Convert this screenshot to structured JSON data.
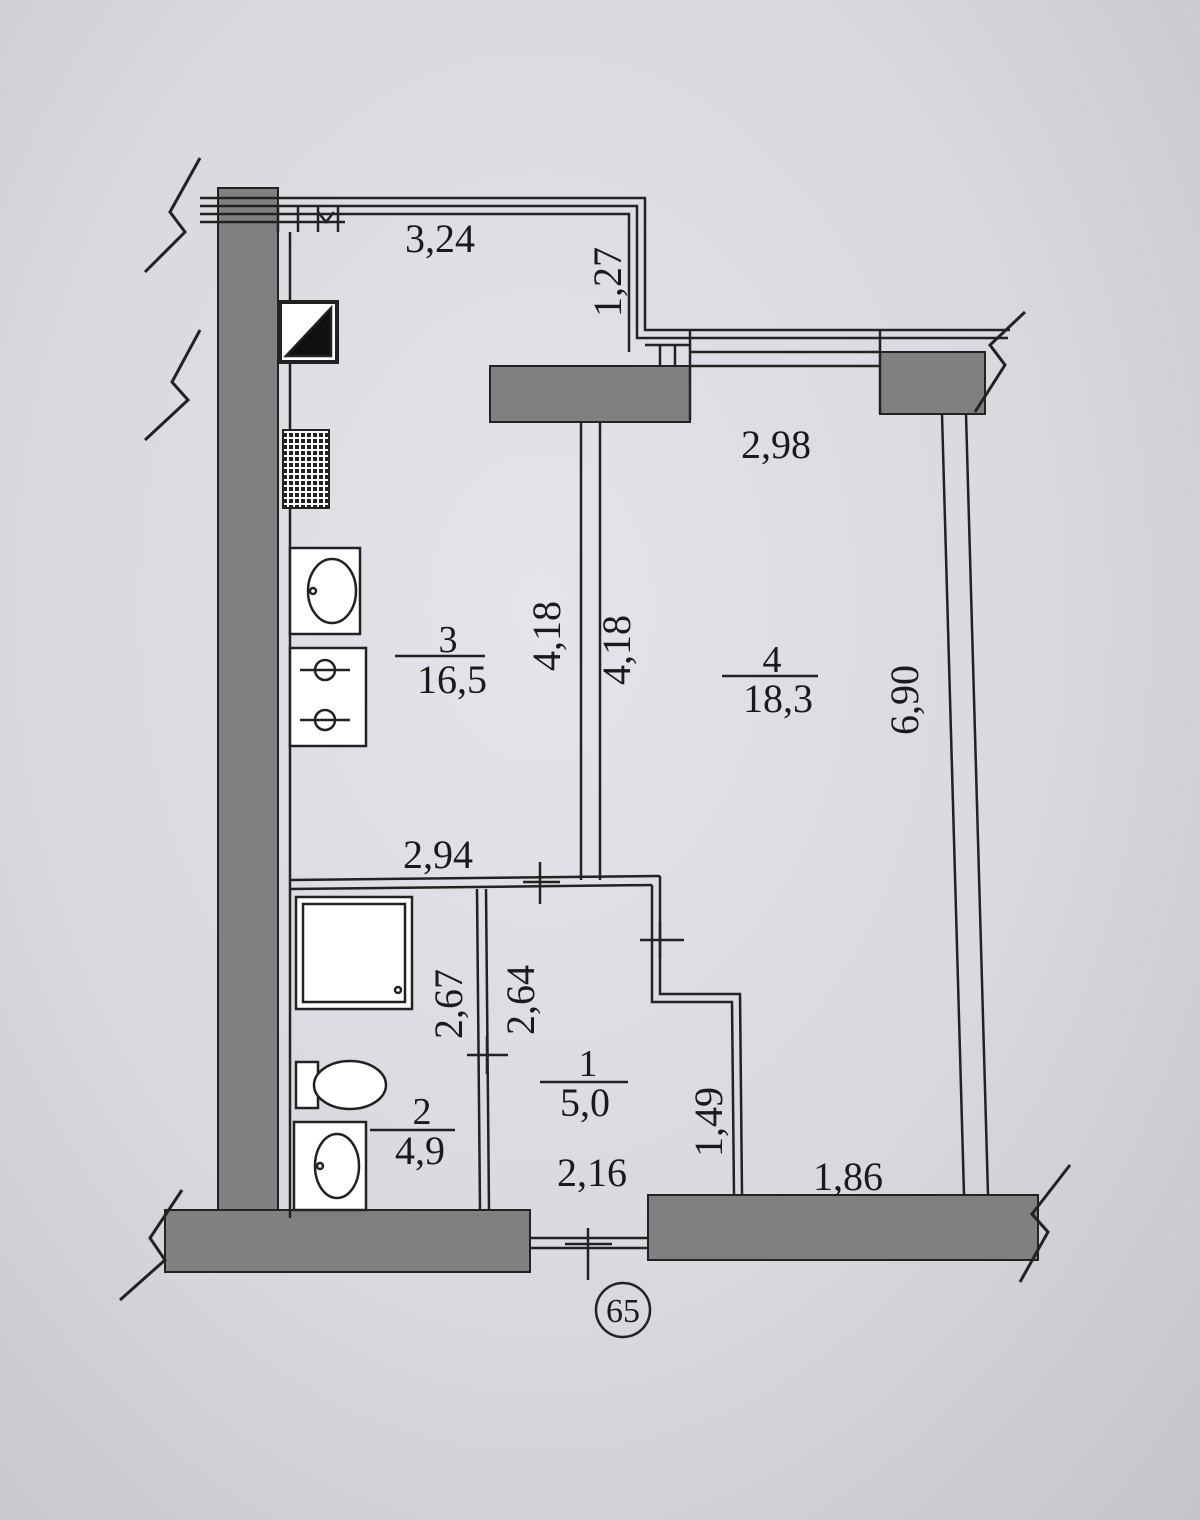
{
  "plan": {
    "apartment_number": "65",
    "rooms": [
      {
        "number": "1",
        "area": "5,0"
      },
      {
        "number": "2",
        "area": "4,9"
      },
      {
        "number": "3",
        "area": "16,5"
      },
      {
        "number": "4",
        "area": "18,3"
      }
    ],
    "dimensions": {
      "balcony_width": "3,24",
      "balcony_depth": "1,27",
      "room4_width": "2,98",
      "kitchen_length": "4,18",
      "room4_partition": "4,18",
      "room4_length": "6,90",
      "kitchen_width": "2,94",
      "bathroom_length": "2,67",
      "hall_length": "2,64",
      "hall_width": "2,16",
      "hall_niche": "1,49",
      "room4_bottom": "1,86"
    }
  }
}
